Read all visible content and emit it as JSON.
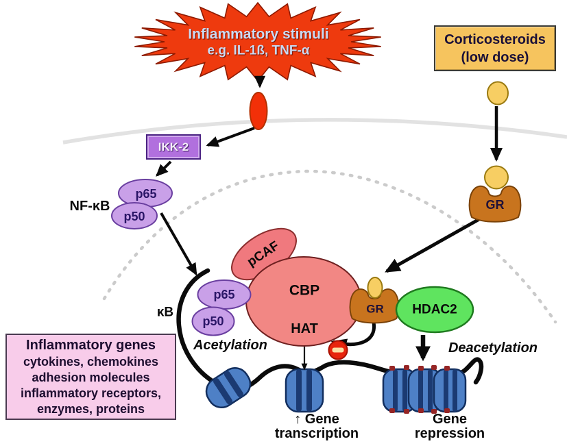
{
  "burst": {
    "line1": "Inflammatory stimuli",
    "line2": "e.g. IL-1ß, TNF-α"
  },
  "corticosteroids": {
    "line1": "Corticosteroids",
    "line2": "(low dose)"
  },
  "labels": {
    "ikk2": "IKK-2",
    "nfkb": "NF-κB",
    "p65": "p65",
    "p50": "p50",
    "kb": "κB",
    "pcaf": "pCAF",
    "cbp": "CBP",
    "hat": "HAT",
    "gr": "GR",
    "hdac2": "HDAC2",
    "acetylation": "Acetylation",
    "deacetylation": "Deacetylation"
  },
  "gene_transcription": {
    "line1": "↑ Gene",
    "line2": "transcription"
  },
  "gene_repression": {
    "line1": "Gene",
    "line2": "repression"
  },
  "inflammatory_genes": {
    "title": "Inflammatory genes",
    "lines": [
      "cytokines, chemokines",
      "adhesion molecules",
      "inflammatory receptors,",
      "enzymes, proteins"
    ]
  },
  "colors": {
    "burst_fill": "#EE3A0E",
    "burst_text": "#C9DAF2",
    "membrane_gray": "#E0E0E0",
    "nuclear_membrane_gray": "#CBCBCB",
    "purple_box": "#B170DE",
    "purple_oval": "#C9A0E8",
    "salmon_protein": "#F28784",
    "gr_brown": "#C8741E",
    "ligand_yellow": "#F7CE63",
    "hdac2_green": "#5FE45F",
    "genes_box_pink": "#F8CCEA",
    "corticosteroid_box_tan": "#F6C45E",
    "nucleosome_blue": "#4E80C6",
    "inhibit_red": "#E8250D"
  }
}
